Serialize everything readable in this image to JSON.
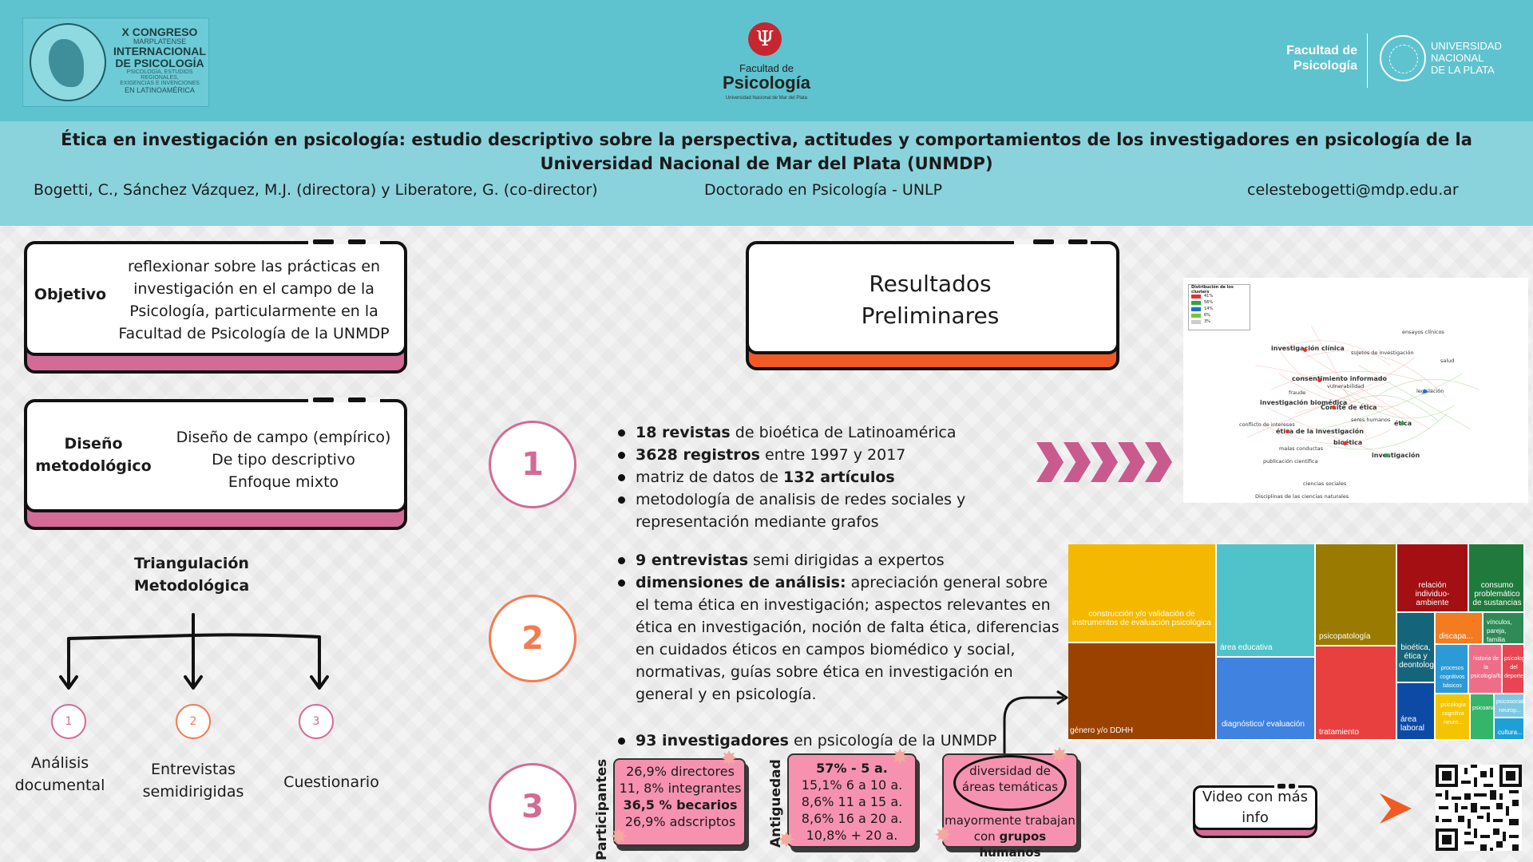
{
  "header": {
    "congreso_logo": {
      "line1": "X CONGRESO",
      "line2": "MARPLATENSE",
      "line3": "INTERNACIONAL",
      "line4": "DE PSICOLOGÍA",
      "line5": "PSICOLOGÍA, ESTUDIOS REGIONALES,",
      "line6": "EXIGENCIAS E INVENCIONES",
      "line7": "EN LATINOAMÉRICA"
    },
    "faculty_logo": {
      "symbol": "Ψ",
      "line1": "Facultad de",
      "line2": "Psicología",
      "line3": "Universidad Nacional de Mar del Plata"
    },
    "unlp_logo": {
      "faculty": "Facultad de\nPsicología",
      "university_line1": "UNIVERSIDAD",
      "university_line2": "NACIONAL",
      "university_line3": "DE LA PLATA"
    },
    "title_line1": "Ética en investigación en psicología: estudio descriptivo sobre la perspectiva, actitudes y comportamientos de los investigadores en psicología de la",
    "title_line2": "Universidad Nacional de Mar del Plata (UNMDP)",
    "authors": "Bogetti, C., Sánchez Vázquez, M.J. (directora) y Liberatore, G. (co-director)",
    "program": "Doctorado en Psicología - UNLP",
    "email": "celestebogetti@mdp.edu.ar"
  },
  "objective": {
    "label": "Objetivo",
    "line1": "reflexionar sobre las prácticas en",
    "line2": "investigación en el campo de la",
    "line3": "Psicología, particularmente en la",
    "line4": "Facultad de Psicología de la UNMDP"
  },
  "design": {
    "label_line1": "Diseño",
    "label_line2": "metodológico",
    "line1": "Diseño de campo (empírico)",
    "line2": "De tipo descriptivo",
    "line3": "Enfoque mixto"
  },
  "triangulation": {
    "title_line1": "Triangulación",
    "title_line2": "Metodológica",
    "items": [
      {
        "num": "1",
        "line1": "Análisis",
        "line2": "documental"
      },
      {
        "num": "2",
        "line1": "Entrevistas",
        "line2": "semidirigidas"
      },
      {
        "num": "3",
        "line1": "Cuestionario",
        "line2": ""
      }
    ]
  },
  "results": {
    "title_line1": "Resultados",
    "title_line2": "Preliminares",
    "step_numbers": [
      "1",
      "2",
      "3"
    ],
    "step1": [
      {
        "bold": "18 revistas",
        "rest": " de bioética de Latinoamérica"
      },
      {
        "bold": "3628 registros",
        "rest": " entre 1997 y 2017"
      },
      {
        "pre": "matriz de datos de ",
        "bold": "132 artículos",
        "rest": ""
      },
      {
        "bold": "",
        "rest": "metodología de analisis de redes sociales y representación mediante grafos"
      }
    ],
    "step2": [
      {
        "bold": "9 entrevistas",
        "rest": " semi dirigidas a expertos"
      },
      {
        "bold": "dimensiones de análisis:",
        "rest": " apreciación general sobre el tema ética en investigación; aspectos relevantes en ética en investigación, noción de falta ética, diferencias en cuidados éticos en campos biomédico y social, normativas,  guías sobre ética en investigación en general y en psicología."
      }
    ],
    "step3": [
      {
        "bold": "93 investigadores",
        "rest": " en psicología de la UNMDP"
      }
    ]
  },
  "stat_cards": {
    "participantes_label": "Participantes",
    "antiguedad_label": "Antiguedad",
    "participantes": [
      "26,9% directores",
      "11, 8% integrantes",
      "36,5 % becarios",
      "26,9% adscriptos"
    ],
    "antiguedad": [
      "57% - 5 a.",
      "15,1% 6 a 10 a.",
      "8,6% 11 a 15 a.",
      "8,6% 16 a 20 a.",
      "10,8% + 20 a."
    ],
    "diversidad_line1": "diversidad de",
    "diversidad_line2": "áreas temáticas",
    "grupos_line1": "mayormente trabajan",
    "grupos_pre": "con ",
    "grupos_bold": "grupos humanos"
  },
  "network": {
    "legend_title": "Distribución de los clusters",
    "legend": [
      {
        "color": "#e8312b",
        "pct": "41%"
      },
      {
        "color": "#28a745",
        "pct": "56%"
      },
      {
        "color": "#1f6fd1",
        "pct": "14%"
      },
      {
        "color": "#7ac142",
        "pct": "6%"
      },
      {
        "color": "#cccccc",
        "pct": "3%"
      }
    ],
    "nodes": [
      "consentimiento informado",
      "investigación clínica",
      "investigación biomédica",
      "Comité de ética",
      "ética de la investigación",
      "bioética",
      "investigación",
      "conflicto de intereses",
      "seres humanos",
      "ética",
      "legislación",
      "publicación científica",
      "ciencias sociales",
      "vulnerabilidad",
      "sujetos de investigación",
      "ensayos clínicos",
      "salud",
      "malas conductas",
      "fraude",
      "Disciplinas de las ciencias naturales"
    ]
  },
  "treemap": [
    {
      "label": "construcción y/o validación de instrumentos de evaluación psicológica",
      "color": "#f5b800"
    },
    {
      "label": "género y/o DDHH",
      "color": "#9c4200"
    },
    {
      "label": "área educativa",
      "color": "#4fc3c9"
    },
    {
      "label": "diagnóstico/ evaluación",
      "color": "#3f82e0"
    },
    {
      "label": "psicopatología",
      "color": "#9a7a00"
    },
    {
      "label": "tratamiento",
      "color": "#e8403f"
    },
    {
      "label": "relación individuo-ambiente",
      "color": "#a30f12"
    },
    {
      "label": "consumo problemático de sustancias",
      "color": "#1f7a3c"
    },
    {
      "label": "bioética, ética y deontología",
      "color": "#14657a"
    },
    {
      "label": "discapa...",
      "color": "#f47b20"
    },
    {
      "label": "vínculos, pareja, familia",
      "color": "#2e8b57"
    },
    {
      "label": "área laboral",
      "color": "#0c4aa6"
    },
    {
      "label": "procesos cognitivos básicos",
      "color": "#2c9ad6"
    },
    {
      "label": "historia de la psicología/formación...",
      "color": "#ee6e8a"
    },
    {
      "label": "psicología del deporte",
      "color": "#e94451"
    },
    {
      "label": "psicología cognitiva neuro...",
      "color": "#f5c400"
    },
    {
      "label": "psicoanálisis",
      "color": "#34b56a"
    },
    {
      "label": "psicosocial neurop...",
      "color": "#7ec8e3"
    },
    {
      "label": "cultura...",
      "color": "#1ea0d6"
    }
  ],
  "video": {
    "line1": "Video con más",
    "line2": "info"
  }
}
